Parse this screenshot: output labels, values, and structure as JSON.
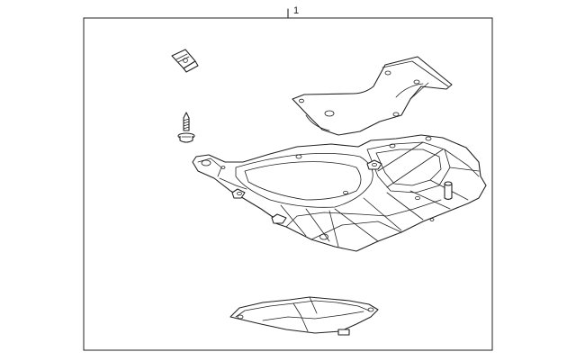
{
  "diagram": {
    "callout_label": "1",
    "colors": {
      "line": "#222222",
      "background": "#ffffff"
    },
    "parts": [
      {
        "id": "callout-1",
        "kind": "callout"
      },
      {
        "id": "retainer-clip",
        "kind": "part"
      },
      {
        "id": "bolt",
        "kind": "part"
      },
      {
        "id": "upper-cover-panel",
        "kind": "part"
      },
      {
        "id": "main-under-cover",
        "kind": "part"
      },
      {
        "id": "lower-deflector",
        "kind": "part"
      }
    ]
  }
}
